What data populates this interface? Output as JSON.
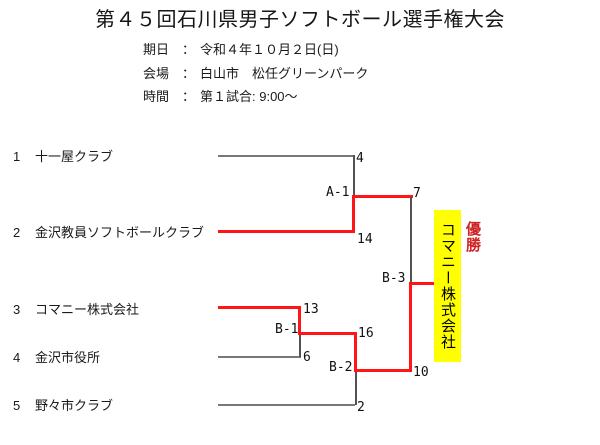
{
  "title": "第４５回石川県男子ソフトボール選手権大会",
  "info": {
    "rows": [
      {
        "label": "期日",
        "sep": "：",
        "value": "令和４年１０月２日(日)"
      },
      {
        "label": "会場",
        "sep": "：",
        "value": "白山市　松任グリーンパーク"
      },
      {
        "label": "時間",
        "sep": "：",
        "value": "第１試合: 9:00～"
      }
    ]
  },
  "teams": [
    {
      "seed": "1",
      "name": "十一屋クラブ"
    },
    {
      "seed": "2",
      "name": "金沢教員ソフトボールクラブ"
    },
    {
      "seed": "3",
      "name": "コマニー株式会社"
    },
    {
      "seed": "4",
      "name": "金沢市役所"
    },
    {
      "seed": "5",
      "name": "野々市クラブ"
    }
  ],
  "matches": {
    "a1": {
      "label": "A-1",
      "score_top": "4",
      "score_bottom": "14"
    },
    "b1": {
      "label": "B-1",
      "score_top": "13",
      "score_bottom": "6"
    },
    "b2": {
      "label": "B-2",
      "score_top": "16",
      "score_bottom": "2"
    },
    "b3": {
      "label": "B-3",
      "score_top": "7",
      "score_bottom": "10"
    }
  },
  "champion": {
    "label": "優勝",
    "name": "コマニー株式会社"
  },
  "colors": {
    "winner_path_red": "#ff1515",
    "bracket_line_gray": "#787878",
    "highlight_yellow": "#ffff00",
    "champion_label_red": "#cf2323"
  }
}
